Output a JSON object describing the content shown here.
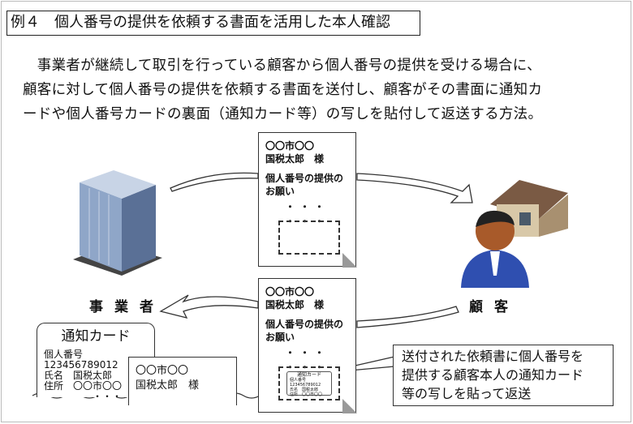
{
  "title": "例４　個人番号の提供を依頼する書面を活用した本人確認",
  "description": [
    "　事業者が継続して取引を行っている顧客から個人番号の提供を受ける場合に、",
    "顧客に対して個人番号の提供を依頼する書面を送付し、顧客がその書面に通知カ",
    "ードや個人番号カードの裏面（通知カード等）の写しを貼付して返送する方法。"
  ],
  "document": {
    "address": "〇〇市〇〇",
    "name": "国税太郎　様",
    "line1": "個人番号の提供の",
    "line2": "お願い",
    "dots": "・・・"
  },
  "labels": {
    "business": "事業者",
    "customer": "顧客"
  },
  "notification_card": {
    "heading": "通知カード",
    "number": "個人番号 123456789012",
    "name": "氏名　国税太郎",
    "address": "住所　〇〇市〇〇",
    "dots": "・・・"
  },
  "envelope": {
    "address": "〇〇市〇〇",
    "name": "国税太郎　様"
  },
  "callout": [
    "送付された依頼書に個人番号を",
    "提供する顧客本人の通知カード",
    "等の写しを貼って返送"
  ]
}
